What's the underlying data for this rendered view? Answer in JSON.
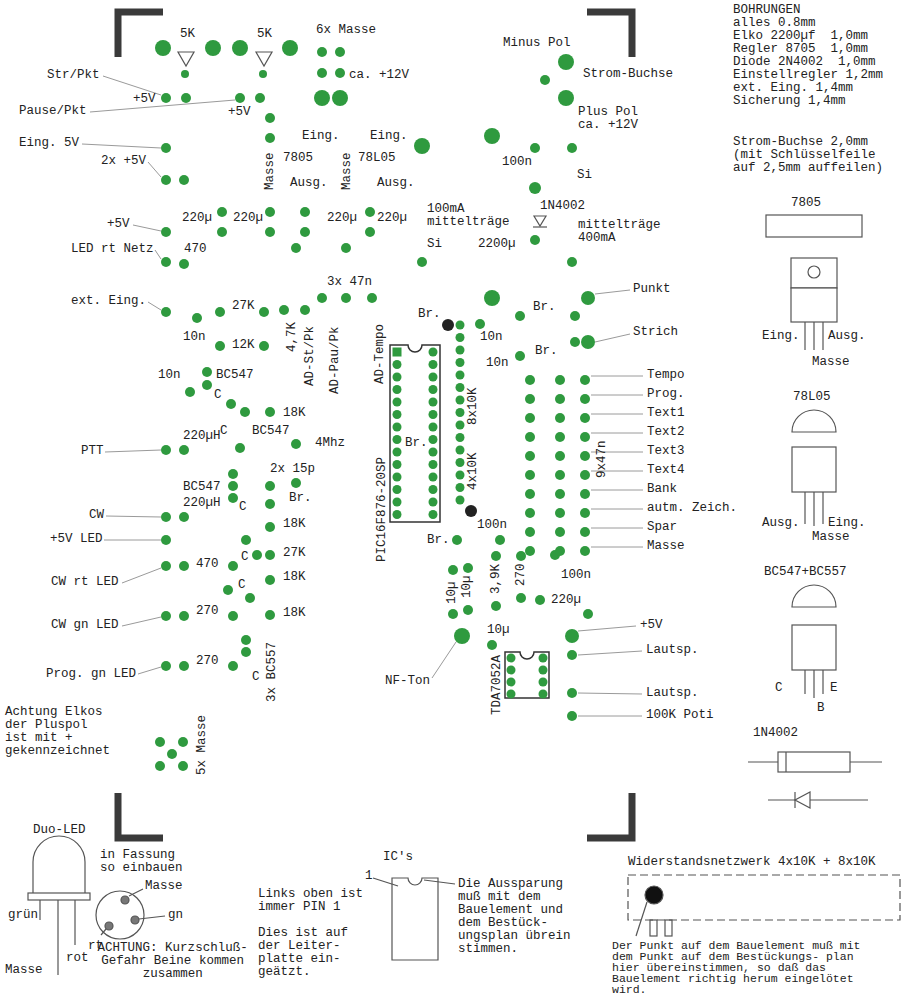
{
  "diagram": {
    "labels": [
      "BOHRUNGEN",
      "alles 0.8mm",
      "Elko 2200µf  1,0mm",
      "Regler 8705  1,0mm",
      "Diode 2N4002  1,0mm",
      "Einstellregler 1,2mm",
      "ext. Eing. 1,4mm",
      "Sicherung 1,4mm",
      "Strom-Buchse 2,0mm (mit Schlüsselfeile auf 2,5mm auffeilen)",
      "5K",
      "5K",
      "6x Masse",
      "Minus Pol",
      "Strom-Buchse",
      "Str/Pkt",
      "ca. +12V",
      "+5V",
      "Pause/Pkt",
      "+5V",
      "Plus Pol ca. +12V",
      "Eing. 5V",
      "Eing.",
      "Eing.",
      "Masse",
      "7805",
      "Masse",
      "78L05",
      "100n",
      "2x +5V",
      "Ausg.",
      "Ausg.",
      "Si",
      "1N4002",
      "220µ",
      "220µ",
      "220µ",
      "220µ",
      "100mA mittelträge",
      "mittelträge 400mA",
      "+5V",
      "LED rt Netz",
      "470",
      "Si",
      "2200µ",
      "3x 47n",
      "Punkt",
      "ext. Eing.",
      "Br.",
      "27K",
      "4,7K",
      "AD-St/Pk",
      "AD-Pau/Pk",
      "AD-Tempo",
      "Br.",
      "Strich",
      "10n",
      "12K",
      "10n",
      "Br.",
      "10n",
      "BC547",
      "10n",
      "Tempo",
      "Prog.",
      "Text1",
      "Text2",
      "Text3",
      "Text4",
      "Bank",
      "autm. Zeich.",
      "Spar",
      "Masse",
      "C",
      "18K",
      "8x10K",
      "C",
      "BC547",
      "4Mhz",
      "PTT",
      "220µH",
      "Br.",
      "4x10K",
      "9x47n",
      "BC547",
      "2x 15p",
      "Br.",
      "C",
      "CW",
      "220µH",
      "18K",
      "PIC16F876-20SP",
      "100n",
      "Br.",
      "+5V LED",
      "27K",
      "C",
      "10µ",
      "10µ",
      "3,9K",
      "270",
      "CW rt LED",
      "470",
      "100n",
      "18K",
      "C",
      "220µ",
      "CW gn LED",
      "270",
      "18K",
      "+5V",
      "10µ",
      "Lautsp.",
      "Prog. gn LED",
      "270",
      "NF-Ton",
      "C",
      "3x BC557",
      "TDA7052A",
      "Lautsp.",
      "100K Poti",
      "Achtung Elkos der Pluspol ist mit + gekennzeichnet",
      "5x Masse",
      "7805",
      "Eing.",
      "Ausg.",
      "Masse",
      "78L05",
      "Ausg.",
      "Eing.",
      "Masse",
      "BC547+BC557",
      "C",
      "E",
      "B",
      "1N4002",
      "Duo-LED",
      "in Fassung so einbauen",
      "Masse",
      "gn",
      "grün",
      "rt",
      "rot",
      "Masse",
      "ACHTUNG: Kurzschluß-Gefahr Beine kommen zusammen",
      "IC's",
      "1",
      "Links oben ist immer PIN 1",
      "Dies ist auf der Leiter- platte ein- geätzt.",
      "Die Aussparung muß mit dem Bauelement und dem Bestück- ungsplan übrein stimmen.",
      "Widerstandsnetzwerk 4x10K + 8x10K",
      "Der Punkt auf dem Bauelement muß mit dem Punkt auf dem Bestückungs- plan hier übereinstimmen, so daß das Bauelement richtig herum eingelötet wird."
    ]
  }
}
